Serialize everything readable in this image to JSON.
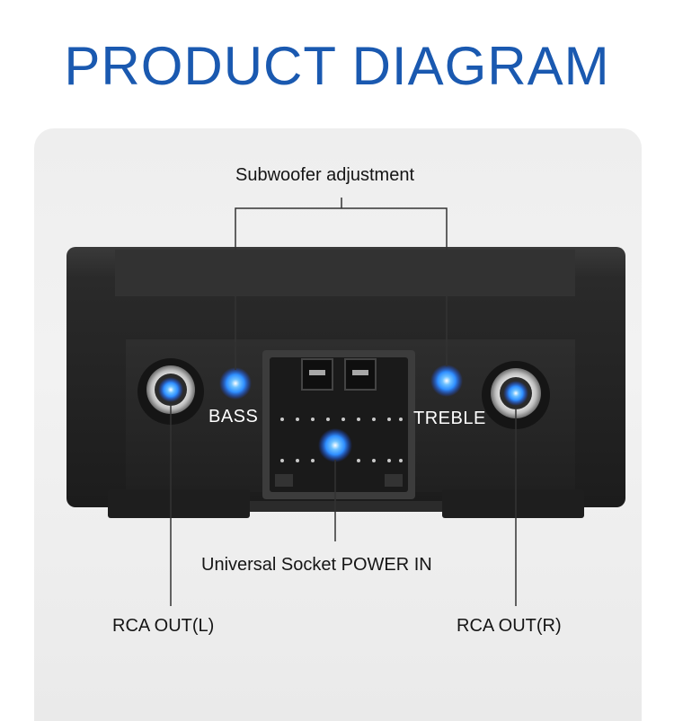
{
  "title": "PRODUCT DIAGRAM",
  "callouts": {
    "subwoofer": "Subwoofer adjustment",
    "power": "Universal Socket POWER IN",
    "rca_left": "RCA OUT(L)",
    "rca_right": "RCA OUT(R)"
  },
  "device_labels": {
    "bass": "BASS",
    "treble": "TREBLE"
  },
  "colors": {
    "title": "#1a59b0",
    "glow": "#2f8fff",
    "device_body": "#262626",
    "panel": "#eeeeee"
  }
}
